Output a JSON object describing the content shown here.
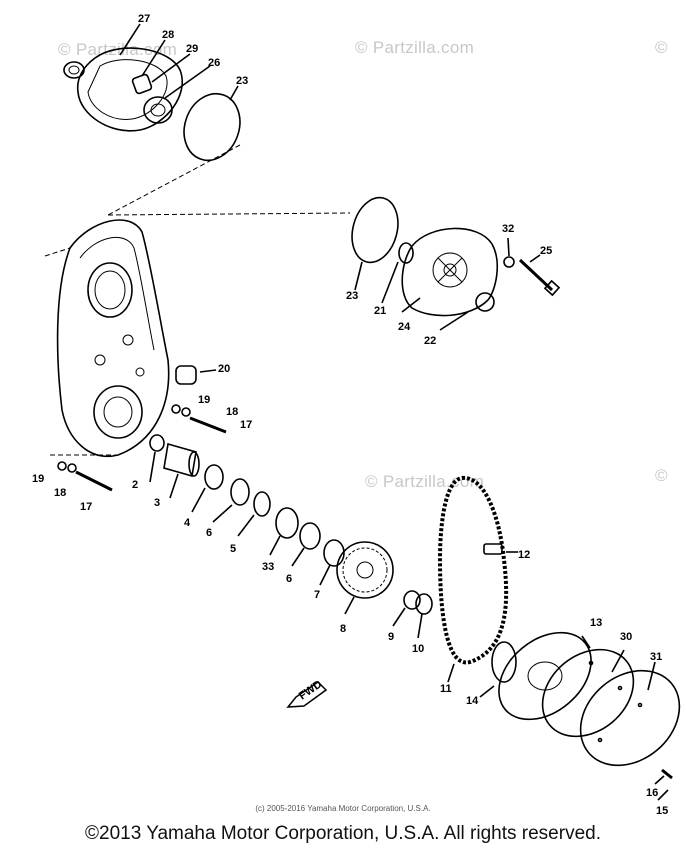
{
  "watermarks": {
    "text": "© Partzilla.com",
    "top_left": "© Partzilla.com",
    "top_center": "© Partzilla.com",
    "top_right": "©",
    "mid_center": "© Partzilla.com",
    "mid_right": "©"
  },
  "fwd_label": "FWD",
  "callouts": [
    "27",
    "28",
    "29",
    "26",
    "23",
    "25",
    "32",
    "23",
    "21",
    "24",
    "22",
    "20",
    "19",
    "18",
    "17",
    "2",
    "19",
    "18",
    "17",
    "3",
    "4",
    "6",
    "5",
    "33",
    "6",
    "7",
    "8",
    "9",
    "10",
    "12",
    "11",
    "13",
    "30",
    "31",
    "14",
    "16",
    "15"
  ],
  "footer": {
    "small_copyright": "(c) 2005-2016 Yamaha Motor Corporation, U.S.A.",
    "copyright": "©2013 Yamaha Motor Corporation, U.S.A. All rights reserved."
  }
}
